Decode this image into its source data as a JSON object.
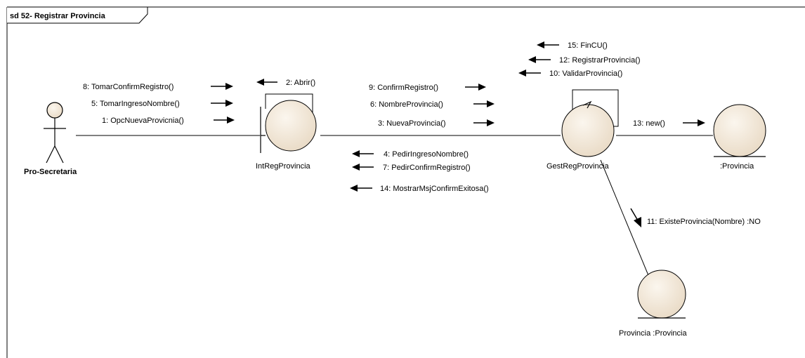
{
  "frame": {
    "title": "sd 52- Registrar Provincia"
  },
  "actor": {
    "name": "Pro-Secretaria"
  },
  "objects": {
    "boundary": {
      "name": "IntRegProvincia"
    },
    "control": {
      "name": "GestRegProvincia"
    },
    "entity_new": {
      "name": ":Provincia"
    },
    "entity_existing": {
      "name": "Provincia :Provincia"
    }
  },
  "messages": {
    "m1": "1: OpcNuevaProvicnia()",
    "m2": "2: Abrir()",
    "m3": "3: NuevaProvincia()",
    "m4": "4: PedirIngresoNombre()",
    "m5": "5: TomarIngresoNombre()",
    "m6": "6: NombreProvincia()",
    "m7": "7: PedirConfirmRegistro()",
    "m8": "8: TomarConfirmRegistro()",
    "m9": "9: ConfirmRegistro()",
    "m10": "10: ValidarProvincia()",
    "m11": "11: ExisteProvincia(Nombre) :NO",
    "m12": "12: RegistrarProvincia()",
    "m13": "13: new()",
    "m14": "14: MostrarMsjConfirmExitosa()",
    "m15": "15: FinCU()"
  },
  "colors": {
    "object_fill": "#f4ece0",
    "line": "#000000",
    "background": "#ffffff"
  }
}
